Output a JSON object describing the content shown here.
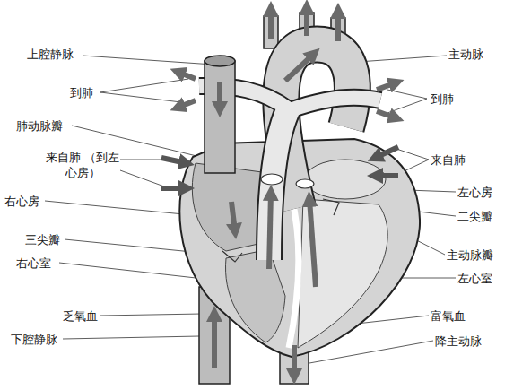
{
  "diagram": {
    "labels": [
      "上腔静脉",
      "到肺",
      "肺动脉瓣",
      "来自肺 （到左心房）",
      "右心房",
      "三尖瓣",
      "右心室",
      "乏氧血",
      "下腔静脉",
      "主动脉",
      "到肺",
      "来自肺",
      "左心房",
      "二尖瓣",
      "主动脉瓣",
      "左心室",
      "富氧血",
      "降主动脉"
    ]
  }
}
